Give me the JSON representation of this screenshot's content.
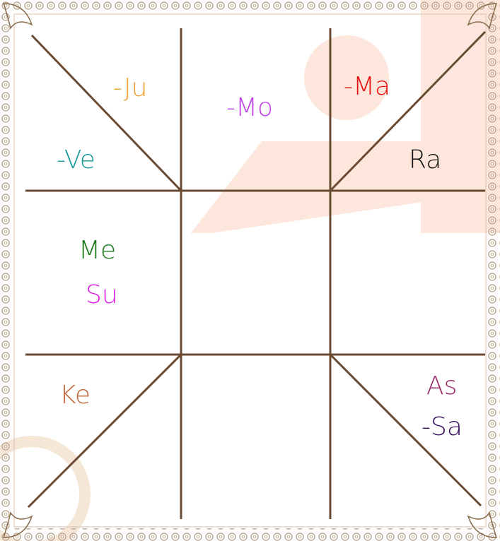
{
  "colors": {
    "grid_line": "#6b4a33",
    "border": "#b7a089",
    "watermark": "#fde7dc"
  },
  "planets": {
    "ju": {
      "label": "-Ju",
      "color": "#f0a030"
    },
    "mo": {
      "label": "-Mo",
      "color": "#c040e8"
    },
    "ma": {
      "label": "-Ma",
      "color": "#e81010"
    },
    "ve": {
      "label": "-Ve",
      "color": "#1a9a9a"
    },
    "ra": {
      "label": "Ra",
      "color": "#111111"
    },
    "me": {
      "label": "Me",
      "color": "#1a7a1a"
    },
    "su": {
      "label": "Su",
      "color": "#e020e8"
    },
    "ke": {
      "label": "Ke",
      "color": "#c0683a"
    },
    "as": {
      "label": "As",
      "color": "#9a2a6a"
    },
    "sa": {
      "label": "-Sa",
      "color": "#3a1060"
    }
  }
}
